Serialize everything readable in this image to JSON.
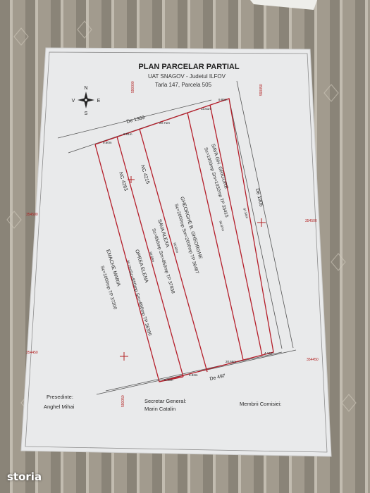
{
  "plan": {
    "title": "PLAN PARCELAR PARTIAL",
    "subtitle1": "UAT SNAGOV - Judetul ILFOV",
    "subtitle2": "Tarla 147, Parcela 505"
  },
  "compass": {
    "n": "N",
    "s": "S",
    "e": "E",
    "w": "V"
  },
  "coords": {
    "top_left": "590000",
    "top_right": "590050",
    "mid_left": "354500",
    "mid_right": "354500",
    "low_left": "354450",
    "low_right": "354450",
    "bottom": "590050"
  },
  "roads": {
    "top": "De 1369",
    "right": "De 1905",
    "bottom": "De 497"
  },
  "top_dims": [
    "9.60m",
    "9.61m",
    "20.71m",
    "13.61m",
    "9.89m"
  ],
  "bottom_dims": [
    "9.43m",
    "9.93m",
    "20.66m",
    "4.16m"
  ],
  "side_dims": [
    "94.13m",
    "94.69m",
    "95.82m",
    "96.87m",
    "97.50m"
  ],
  "parcels": {
    "emache_name": "EMACHE MARIA",
    "emache_info": "Sc=1000mp  TP 37300",
    "nc1": "NC 4263",
    "opera_name": "OPREA ELENA",
    "opera_info": "Sc=850mp  Sm=890mp  TP 36390",
    "nc2": "NC 4215",
    "sava_name": "SAVA ALEXA",
    "sava_info": "Sc=850mp  Sm=850mp  TP 37838",
    "gheorghe_name": "GHEORGHE B. GHEORGHE",
    "gheorghe_info": "Sc=2000mp  Sm=2000mp  TP 36487",
    "sava2_name": "SAVA  GH. GRIGORE",
    "sava2_info": "Sc=1000mp  Sm=1032mp  TP 33415"
  },
  "signatures": {
    "presedinte_label": "Presedinte:",
    "presedinte_name": "Anghel Mihai",
    "secretar_label": "Secretar General:",
    "secretar_name": "Marin Catalin",
    "membrii_label": "Membrii Comisiei:"
  },
  "watermark": "storia"
}
